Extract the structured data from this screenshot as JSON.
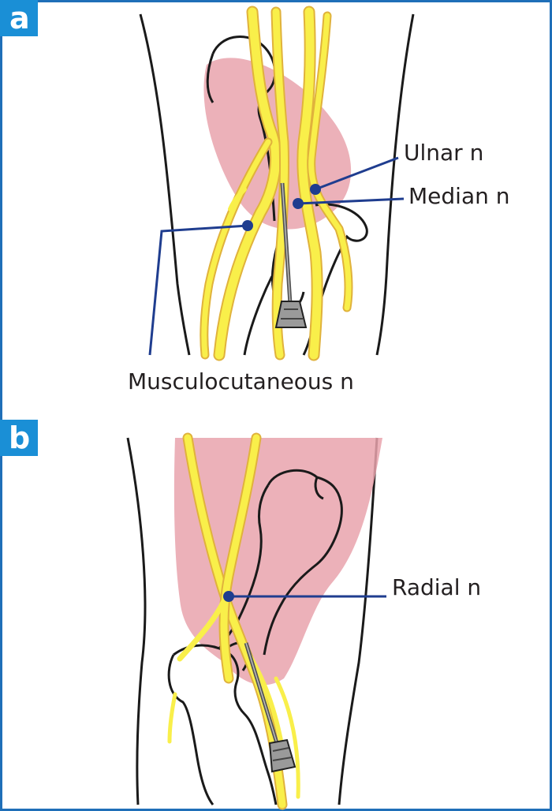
{
  "panels": [
    {
      "letter": "a",
      "labels": {
        "ulnar": "Ulnar n",
        "median": "Median n",
        "musculo": "Musculocutaneous n"
      }
    },
    {
      "letter": "b",
      "labels": {
        "radial": "Radial n"
      }
    }
  ],
  "colors": {
    "frame": "#1f6fb8",
    "badge": "#1a8fd6",
    "pointer": "#1f3d8f",
    "nerve": "#f9ef4a",
    "nerve_edge": "#e0b23c",
    "muscle": "#e9a3ad",
    "outline": "#1a1a1a"
  }
}
